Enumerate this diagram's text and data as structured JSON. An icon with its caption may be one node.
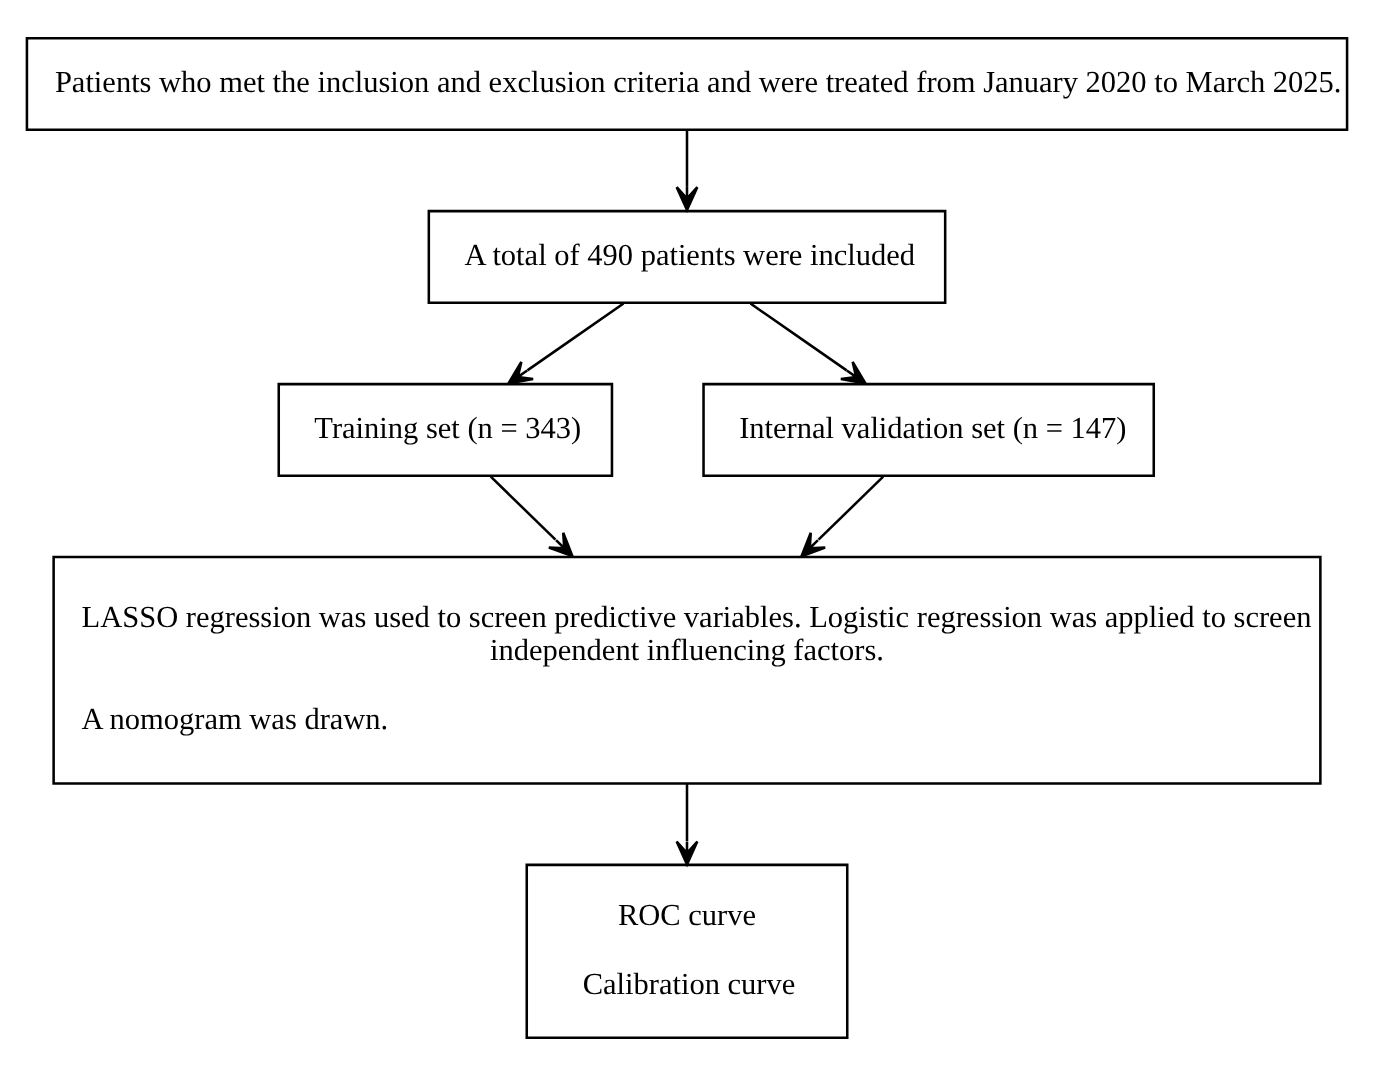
{
  "diagram": {
    "nodes": [
      {
        "text": [
          "Patients who met the inclusion and exclusion criteria and were treated from January 2020 to March 2025."
        ]
      },
      {
        "text": [
          "A total of 490 patients were included"
        ]
      },
      {
        "text": [
          "Training set (n = 343)"
        ]
      },
      {
        "text": [
          "Internal validation set (n = 147)"
        ]
      },
      {
        "text": [
          "LASSO regression was used to screen predictive variables. Logistic regression was applied to screen independent influencing factors.",
          "A nomogram was drawn."
        ]
      },
      {
        "text": [
          "ROC curve",
          "Calibration curve"
        ]
      }
    ],
    "edges": [
      {
        "from": 0,
        "to": 1,
        "arrow": "to"
      },
      {
        "from": 1,
        "to": 2,
        "arrow": "to"
      },
      {
        "from": 1,
        "to": 3,
        "arrow": "to"
      },
      {
        "from": 2,
        "to": 4,
        "arrow": "to"
      },
      {
        "from": 3,
        "to": 4,
        "arrow": "to"
      },
      {
        "from": 4,
        "to": 5,
        "arrow": "to"
      }
    ]
  }
}
